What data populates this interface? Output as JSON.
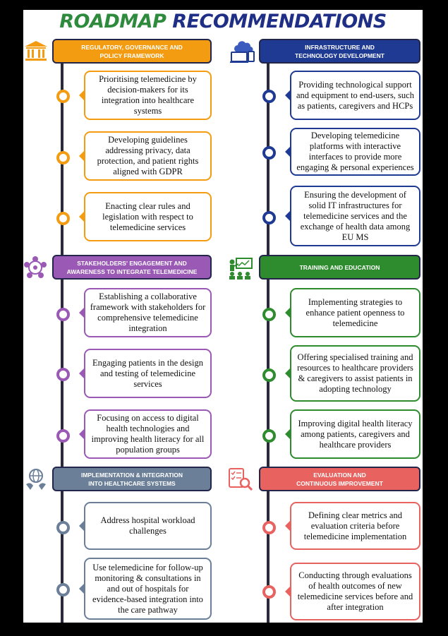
{
  "title": {
    "part1": "ROADMAP",
    "part2": "RECOMMENDATIONS"
  },
  "colors": {
    "orange": "#f39c12",
    "navy": "#1f3a93",
    "purple": "#9b59b6",
    "green": "#2e8b2e",
    "slate": "#6b7f99",
    "coral": "#e8625f",
    "title_green": "#2e8b3d",
    "title_navy": "#1f2f86"
  },
  "sections": {
    "regulatory": {
      "header": [
        "REGULATORY, GOVERNANCE AND",
        "POLICY FRAMEWORK"
      ],
      "icon": "courthouse-icon",
      "items": [
        "Prioritising telemedicine by decision-makers for its integration into healthcare systems",
        "Developing guidelines addressing privacy, data protection, and patient rights aligned with GDPR",
        "Enacting clear rules and legislation with respect to telemedicine services"
      ]
    },
    "infrastructure": {
      "header": [
        "INFRASTRUCTURE AND",
        "TECHNOLOGY DEVELOPMENT"
      ],
      "icon": "network-devices-icon",
      "items": [
        "Providing technological support and equipment to end-users, such as patients, caregivers and HCPs",
        "Developing telemedicine platforms with interactive interfaces to provide more engaging & personal experiences",
        "Ensuring the development of solid IT infrastructures for telemedicine services and the exchange of health data among EU MS"
      ]
    },
    "stakeholders": {
      "header": [
        "STAKEHOLDERS' ENGAGEMENT AND",
        "AWARENESS TO INTEGRATE TELEMEDICINE"
      ],
      "icon": "people-network-icon",
      "items": [
        "Establishing a collaborative framework with stakeholders for comprehensive telemedicine integration",
        "Engaging patients in the design and testing of telemedicine services",
        "Focusing on access to digital health technologies and improving health literacy for all population groups"
      ]
    },
    "training": {
      "header": [
        "TRAINING AND EDUCATION"
      ],
      "icon": "presentation-icon",
      "items": [
        "Implementing strategies to enhance patient openness to telemedicine",
        "Offering specialised training and resources to healthcare providers & caregivers to assist patients in adopting technology",
        "Improving digital health literacy among patients, caregivers and healthcare providers"
      ]
    },
    "implementation": {
      "header": [
        "IMPLEMENTATION & INTEGRATION",
        "INTO HEALTHCARE SYSTEMS"
      ],
      "icon": "global-integration-icon",
      "items": [
        "Address hospital workload challenges",
        "Use telemedicine for follow-up monitoring & consultations in and out of hospitals for evidence-based integration into the care pathway"
      ]
    },
    "evaluation": {
      "header": [
        "EVALUATION AND",
        "CONTINUOUS IMPROVEMENT"
      ],
      "icon": "checklist-magnifier-icon",
      "items": [
        "Defining clear metrics and evaluation criteria before telemedicine implementation",
        "Conducting through evaluations of health outcomes of new telemedicine services before and after integration"
      ]
    }
  }
}
